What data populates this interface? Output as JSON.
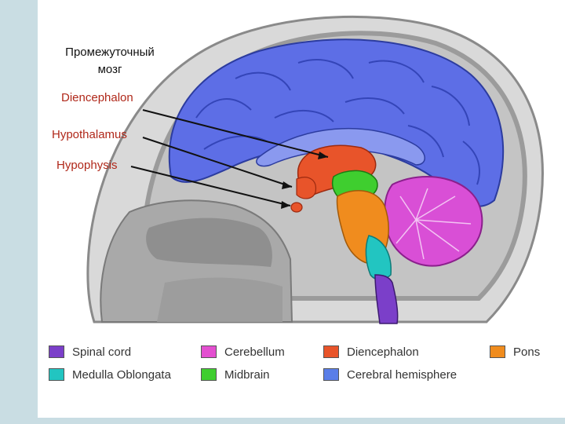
{
  "labels": {
    "title_line1": "Промежуточный",
    "title_line2": "мозг",
    "diencephalon": "Diencephalon",
    "hypothalamus": "Hypothalamus",
    "hypophysis": "Hypophysis"
  },
  "legend": [
    {
      "label": "Spinal cord",
      "color": "#7b3fc9"
    },
    {
      "label": "Cerebellum",
      "color": "#e34fd0"
    },
    {
      "label": "Diencephalon",
      "color": "#e8542a"
    },
    {
      "label": "Pons",
      "color": "#f08c1e"
    },
    {
      "label": "Medulla Oblongata",
      "color": "#22c5c1"
    },
    {
      "label": "Midbrain",
      "color": "#3fce2f"
    },
    {
      "label": "Cerebral hemisphere",
      "color": "#5a7ee8"
    }
  ],
  "colors": {
    "cerebrum": "#5d6ee6",
    "cerebellum": "#d94fd6",
    "diencephalon": "#e8542a",
    "pons": "#f08c1e",
    "medulla": "#22c5c1",
    "midbrain": "#3fce2f",
    "spinal_cord": "#7b3fc9",
    "skull": "#b9b9b9"
  }
}
